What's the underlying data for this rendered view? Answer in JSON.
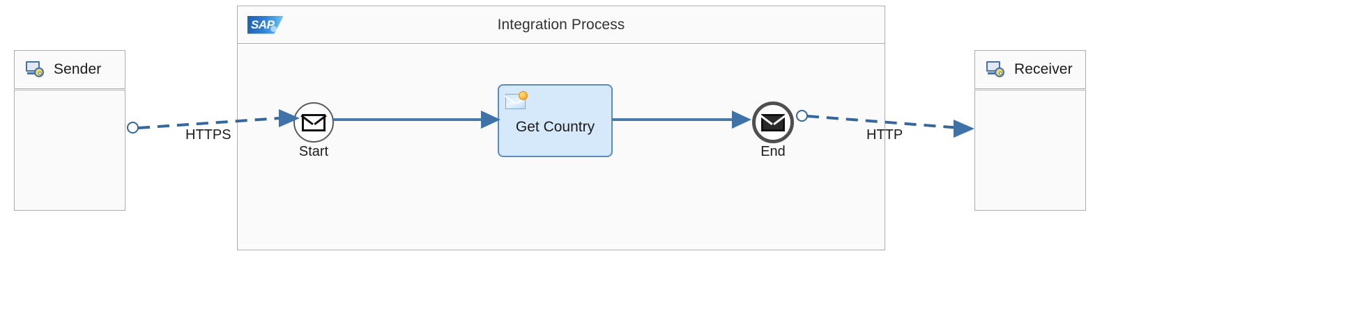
{
  "diagram": {
    "type": "bpmn-integration-flow",
    "background_color": "#ffffff",
    "accent_color": "#4a7ba8",
    "border_color": "#adadad",
    "task_fill": "#d6e9fa",
    "task_border": "#5a8cbf"
  },
  "sender": {
    "label": "Sender",
    "icon": "system-monitor-icon"
  },
  "receiver": {
    "label": "Receiver",
    "icon": "system-monitor-icon"
  },
  "pool": {
    "title": "Integration Process",
    "logo_text": "SAP",
    "logo_name": "sap-logo"
  },
  "flow": {
    "start_event": {
      "label": "Start",
      "icon": "message-envelope-icon"
    },
    "task": {
      "label": "Get Country",
      "icon": "message-mapping-icon"
    },
    "end_event": {
      "label": "End",
      "icon": "message-envelope-filled-icon"
    }
  },
  "connections": {
    "inbound_label": "HTTPS",
    "outbound_label": "HTTP"
  }
}
